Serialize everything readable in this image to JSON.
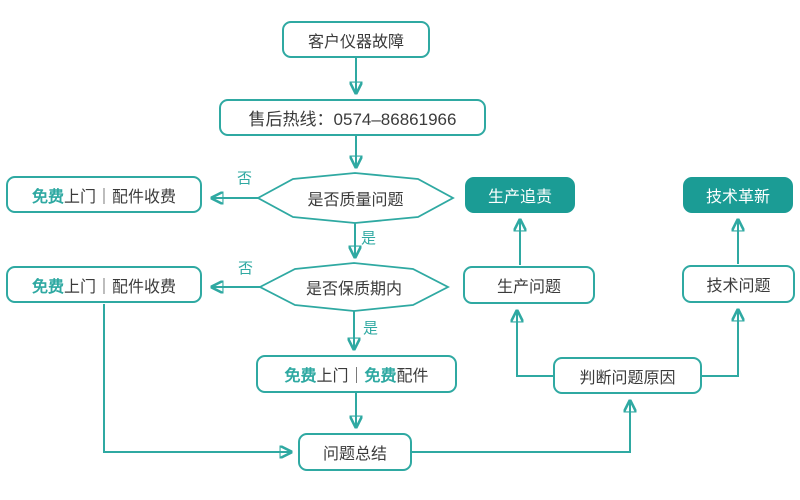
{
  "colors": {
    "line_teal": "#2fa9a2",
    "node_fill_teal": "#1b9c95",
    "text_dark": "#3b3b3b",
    "background": "#ffffff"
  },
  "nodes": {
    "customer_fault": {
      "label": "客户仪器故障"
    },
    "hotline": {
      "label": "售后热线：0574–86861966"
    },
    "decision_quality": {
      "label": "是否质量问题"
    },
    "decision_warranty": {
      "label": "是否保质期内"
    },
    "free_visit_paid_parts_top": {
      "highlight": "免费",
      "rest": "上门｜配件收费"
    },
    "free_visit_paid_parts_bottom": {
      "highlight": "免费",
      "rest": "上门｜配件收费"
    },
    "free_visit_free_parts": {
      "part1": "免费",
      "part2": "上门｜",
      "part3": "免费",
      "part4": "配件"
    },
    "summary": {
      "label": "问题总结"
    },
    "judge_cause": {
      "label": "判断问题原因"
    },
    "production_issue": {
      "label": "生产问题"
    },
    "production_accountability": {
      "label": "生产追责"
    },
    "technical_issue": {
      "label": "技术问题"
    },
    "technical_innovation": {
      "label": "技术革新"
    }
  },
  "edge_labels": {
    "quality_no": "否",
    "quality_yes": "是",
    "warranty_no": "否",
    "warranty_yes": "是"
  }
}
